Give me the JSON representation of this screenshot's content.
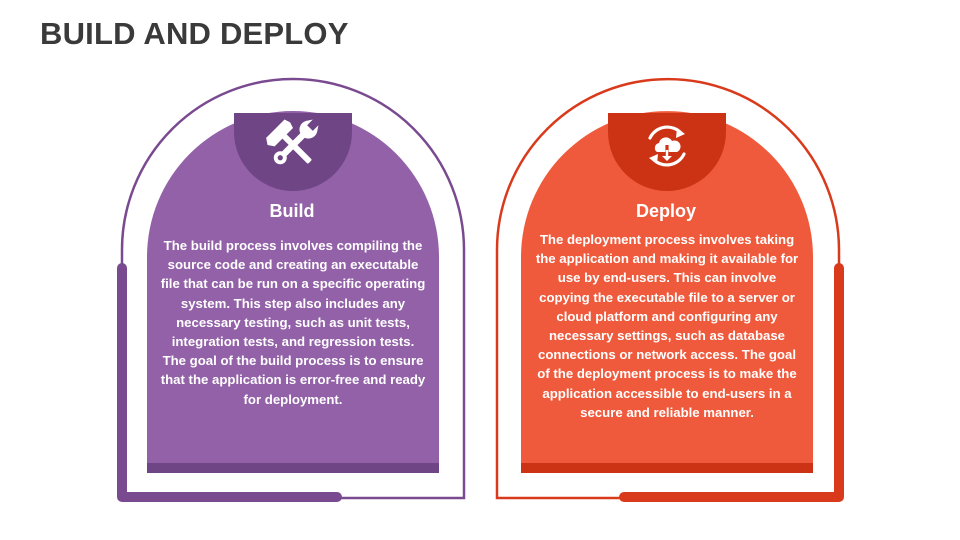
{
  "slide": {
    "title": "BUILD AND DEPLOY"
  },
  "cards": [
    {
      "heading": "Build",
      "body": "The build process involves compiling the source code and creating an executable file that can be run on a specific operating system. This step also includes any necessary testing, such as unit tests, integration tests, and regression tests. The goal of the build process is to ensure that the application is error-free and ready for deployment.",
      "icon": "tools-icon",
      "color": "#9361A8",
      "dark_color": "#6F4585",
      "frame_color": "#7A4A90"
    },
    {
      "heading": "Deploy",
      "body": "The deployment process involves taking the application and making it available for use by end-users. This can involve copying the executable file to a server or cloud platform and configuring any necessary settings, such as database connections or network access. The goal of the deployment process is to make the application accessible to end-users in a secure and reliable manner.",
      "icon": "cloud-deploy-icon",
      "color": "#F05A3C",
      "dark_color": "#CC3314",
      "frame_color": "#D93A1C"
    }
  ]
}
